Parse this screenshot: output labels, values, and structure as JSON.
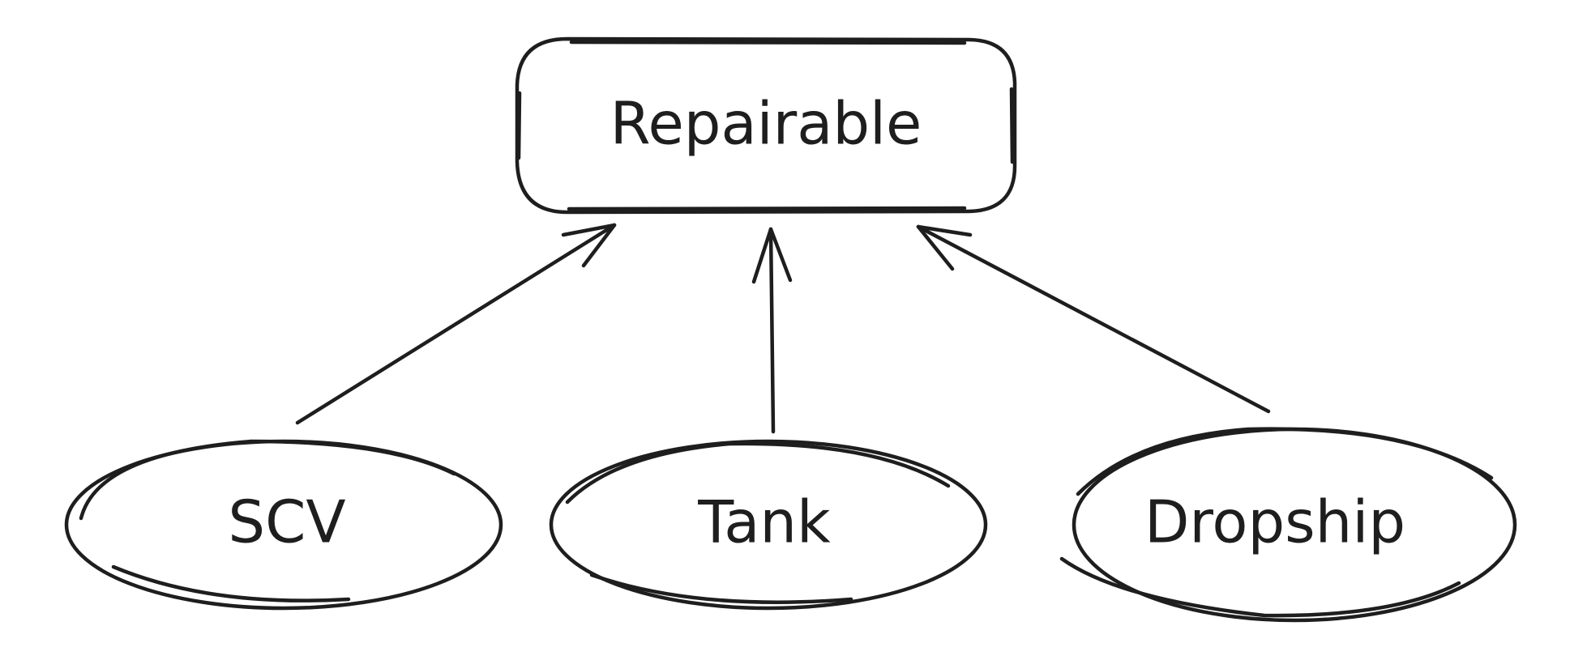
{
  "diagram": {
    "parent": {
      "label": "Repairable"
    },
    "children": [
      {
        "label": "SCV"
      },
      {
        "label": "Tank"
      },
      {
        "label": "Dropship"
      }
    ],
    "relation": "children point to parent",
    "colors": {
      "stroke": "#1e1e1e",
      "child_fill": "#b2f2bb",
      "parent_fill": "#ffffff",
      "background": "#ffffff"
    }
  }
}
